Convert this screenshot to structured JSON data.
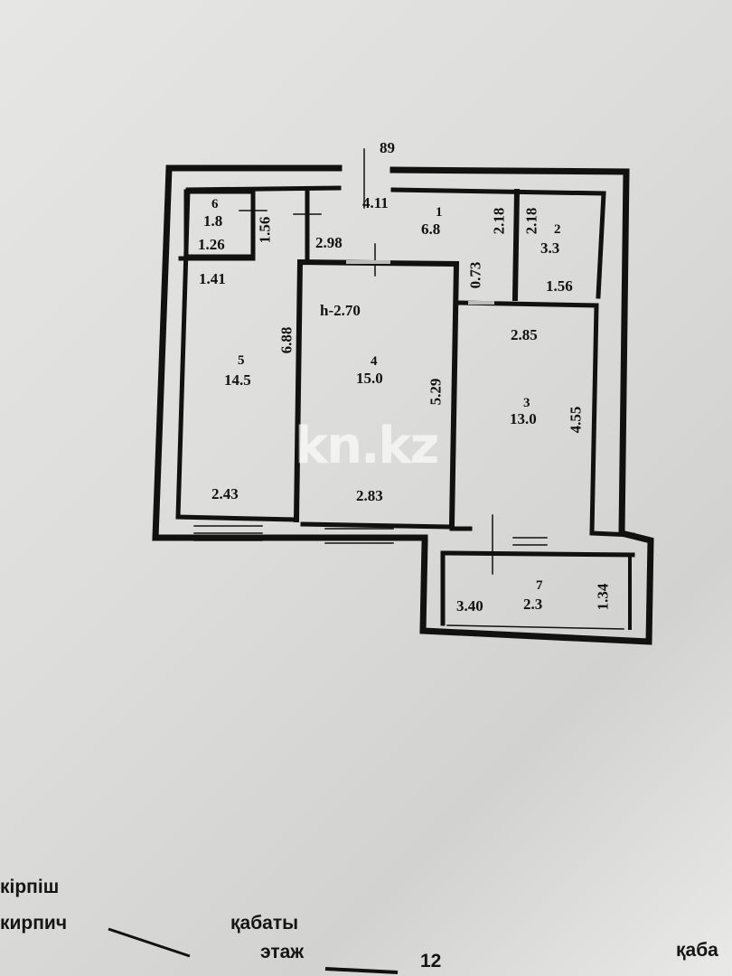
{
  "plan": {
    "ceiling_height": "h-2.70",
    "top_dim": "89",
    "rooms": [
      {
        "number": "1",
        "area": "6.8",
        "dims": [
          "4.11",
          "2.98",
          "2.18"
        ]
      },
      {
        "number": "2",
        "area": "3.3",
        "dims": [
          "2.18",
          "1.56"
        ]
      },
      {
        "number": "3",
        "area": "13.0",
        "dims": [
          "2.85",
          "4.55"
        ]
      },
      {
        "number": "4",
        "area": "15.0",
        "dims": [
          "5.29",
          "2.83"
        ]
      },
      {
        "number": "5",
        "area": "14.5",
        "dims": [
          "1.41",
          "6.88",
          "2.43"
        ]
      },
      {
        "number": "6",
        "area": "1.8",
        "dims": [
          "1.26",
          "1.56"
        ]
      },
      {
        "number": "7",
        "area": "2.3",
        "dims": [
          "3.40",
          "1.34"
        ]
      }
    ],
    "other_dims": [
      "0.73"
    ]
  },
  "watermark": "kn.kz",
  "footer": {
    "material_kz": "кірпіш",
    "material_ru": "кирпич",
    "floor_kz": "қабаты",
    "floor_ru": "этаж",
    "floor_value": "12",
    "right_cut": "қаба"
  }
}
